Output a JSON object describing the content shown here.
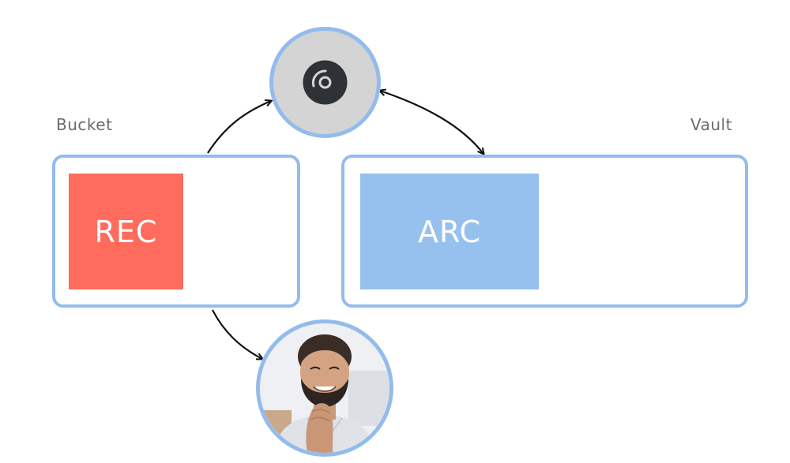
{
  "labels": {
    "bucket": "Bucket",
    "vault": "Vault"
  },
  "tiles": {
    "rec": "REC",
    "arc": "ARC"
  },
  "icons": {
    "hub": "disc-icon",
    "person": "person-avatar"
  },
  "colors": {
    "border": "#93bcec",
    "rec": "#ff6b5c",
    "arc": "#96c1ef",
    "hub_bg": "#d4d4d4",
    "icon": "#2e3135"
  }
}
